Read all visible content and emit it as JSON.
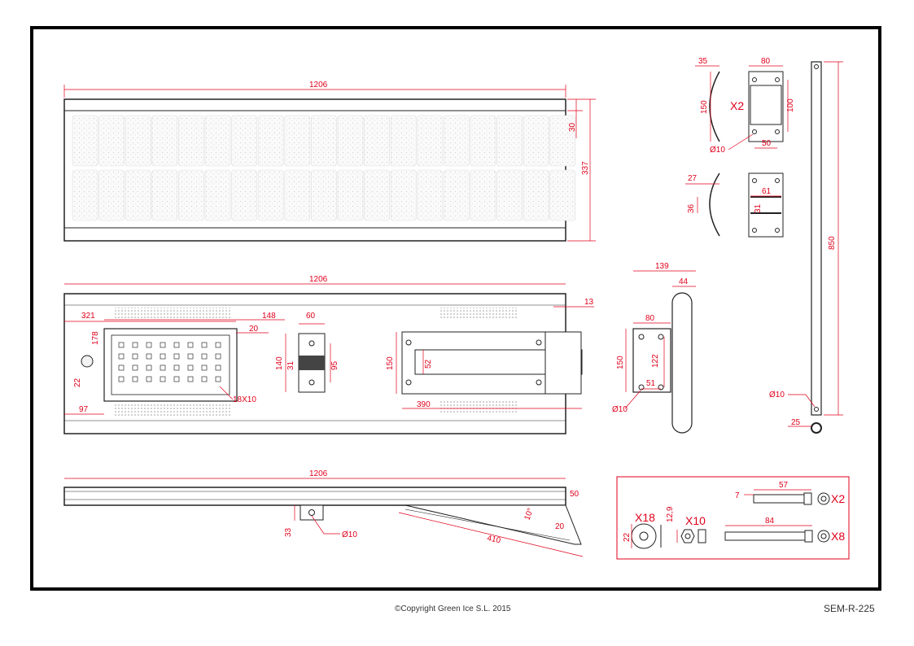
{
  "footer": {
    "copyright": "©Copyright Green Ice S.L. 2015",
    "code": "SEM-R-225"
  },
  "colors": {
    "dimension": "#e0001b",
    "outline": "#222222",
    "frame": "#000000"
  },
  "top_view": {
    "width_label": "1206",
    "height_label": "337",
    "edge_label": "30"
  },
  "front_view": {
    "width_label": "1206",
    "labels": [
      "321",
      "148",
      "178",
      "60",
      "20",
      "13",
      "140",
      "31",
      "95",
      "150",
      "52",
      "22",
      "97",
      "18X10",
      "390"
    ]
  },
  "side_view": {
    "width_label": "1206",
    "labels": [
      "50",
      "33",
      "Ø10",
      "10°",
      "20",
      "410"
    ]
  },
  "bracket_view": {
    "labels": [
      "139",
      "44",
      "80",
      "150",
      "122",
      "51",
      "Ø10"
    ]
  },
  "clamp_top": {
    "labels": [
      "35",
      "80",
      "150",
      "X2",
      "100",
      "Ø10",
      "50"
    ]
  },
  "clamp_mid": {
    "labels": [
      "27",
      "61",
      "36",
      "31"
    ]
  },
  "pole": {
    "labels": [
      "850",
      "Ø10",
      "25"
    ]
  },
  "hardware": {
    "labels": [
      "57",
      "7",
      "X2",
      "84",
      "X8",
      "X18",
      "X10",
      "12,9",
      "22"
    ]
  }
}
